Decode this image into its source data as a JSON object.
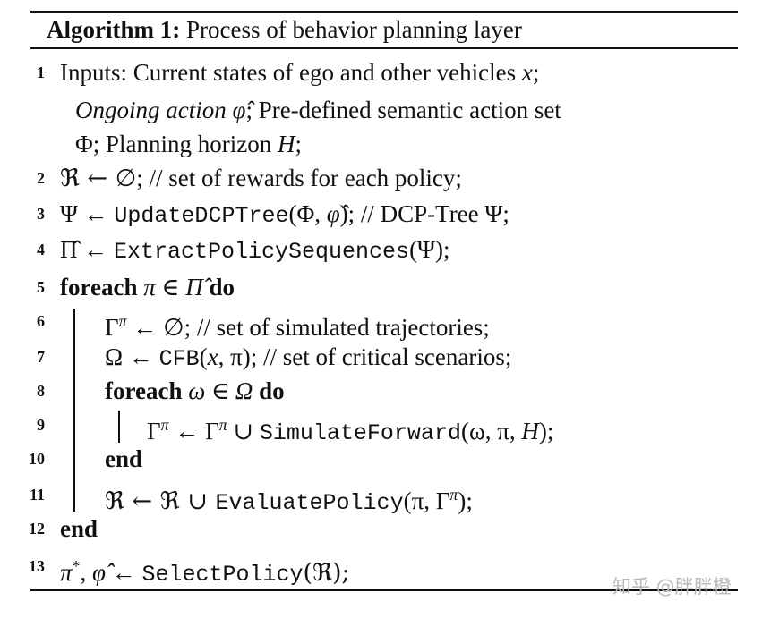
{
  "algorithm": {
    "label": "Algorithm 1:",
    "title": "Process of behavior planning layer"
  },
  "lines": [
    {
      "num": "1",
      "parts": [
        "Inputs: Current states of ego and other vehicles ",
        "x",
        ";"
      ]
    },
    {
      "num": "",
      "parts": [
        "Ongoing action",
        " ",
        "φ̂",
        "; Pre-defined semantic action set"
      ]
    },
    {
      "num": "",
      "parts": [
        "Φ",
        "; Planning horizon ",
        "H",
        ";"
      ]
    },
    {
      "num": "2",
      "parts": [
        "ℜ ← ∅",
        "; // set of rewards for each policy;"
      ]
    },
    {
      "num": "3",
      "parts": [
        "Ψ ← ",
        "UpdateDCPTree",
        "(Φ, ",
        "φ̂",
        "); // DCP-Tree Ψ;"
      ]
    },
    {
      "num": "4",
      "parts": [
        "Π̂ ← ",
        "ExtractPolicySequences",
        "(Ψ);"
      ]
    },
    {
      "num": "5",
      "parts": [
        "foreach",
        " π ∈ Π̂ ",
        "do"
      ]
    },
    {
      "num": "6",
      "parts": [
        "Γ",
        "π",
        " ← ∅; // set of simulated trajectories;"
      ]
    },
    {
      "num": "7",
      "parts": [
        "Ω ← ",
        "CFB",
        "(",
        "x",
        ", π); // set of critical scenarios;"
      ]
    },
    {
      "num": "8",
      "parts": [
        "foreach",
        " ω ∈ Ω ",
        "do"
      ]
    },
    {
      "num": "9",
      "parts": [
        "Γ",
        "π",
        " ← Γ",
        "π",
        " ∪ ",
        "SimulateForward",
        "(ω, π, ",
        "H",
        ");"
      ]
    },
    {
      "num": "10",
      "parts": [
        "end"
      ]
    },
    {
      "num": "11",
      "parts": [
        "ℜ ← ℜ ∪ ",
        "EvaluatePolicy",
        "(π, Γ",
        "π",
        ");"
      ]
    },
    {
      "num": "12",
      "parts": [
        "end"
      ]
    },
    {
      "num": "13",
      "parts": [
        "π",
        "*",
        ", ",
        "φ̂",
        " ← ",
        "SelectPolicy",
        "(ℜ);"
      ]
    }
  ],
  "watermark": "知乎 @胖胖橙"
}
